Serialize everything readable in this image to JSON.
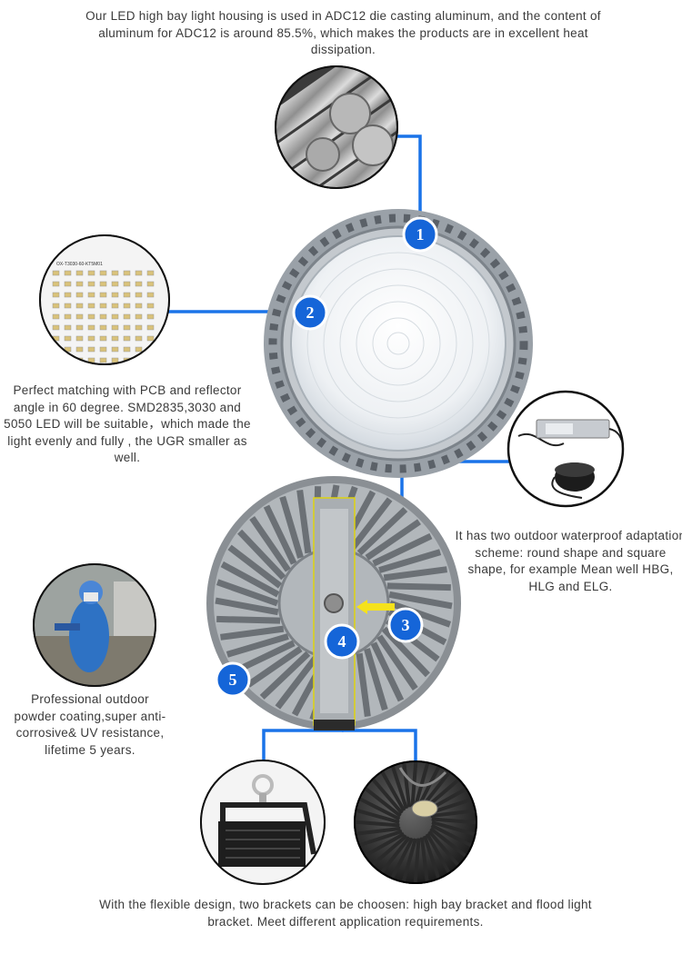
{
  "descriptions": {
    "aluminum": "Our LED high bay light housing is used in ADC12 die casting aluminum, and the content of aluminum for ADC12 is around 85.5%, which makes the products are in excellent heat dissipation.",
    "pcb": "Perfect matching with PCB and reflector angle in 60 degree. SMD2835,3030 and 5050 LED will be suitable，which made the light evenly and fully , the UGR smaller as well.",
    "driver": "It has two outdoor waterproof adaptation scheme: round shape and square shape, for example Mean well HBG, HLG and ELG.",
    "coating": "Professional outdoor powder coating,super anti-corrosive& UV resistance, lifetime 5 years.",
    "brackets": "With the flexible design, two brackets can be choosen: high bay bracket and flood light bracket. Meet different application requirements."
  },
  "badges": [
    "1",
    "2",
    "3",
    "4",
    "5"
  ],
  "pcb_label": "OX-T3030-60-KT5M01",
  "colors": {
    "accent": "#1a73e8",
    "badge": "#1565d8",
    "pointer": "#f5e21b"
  }
}
